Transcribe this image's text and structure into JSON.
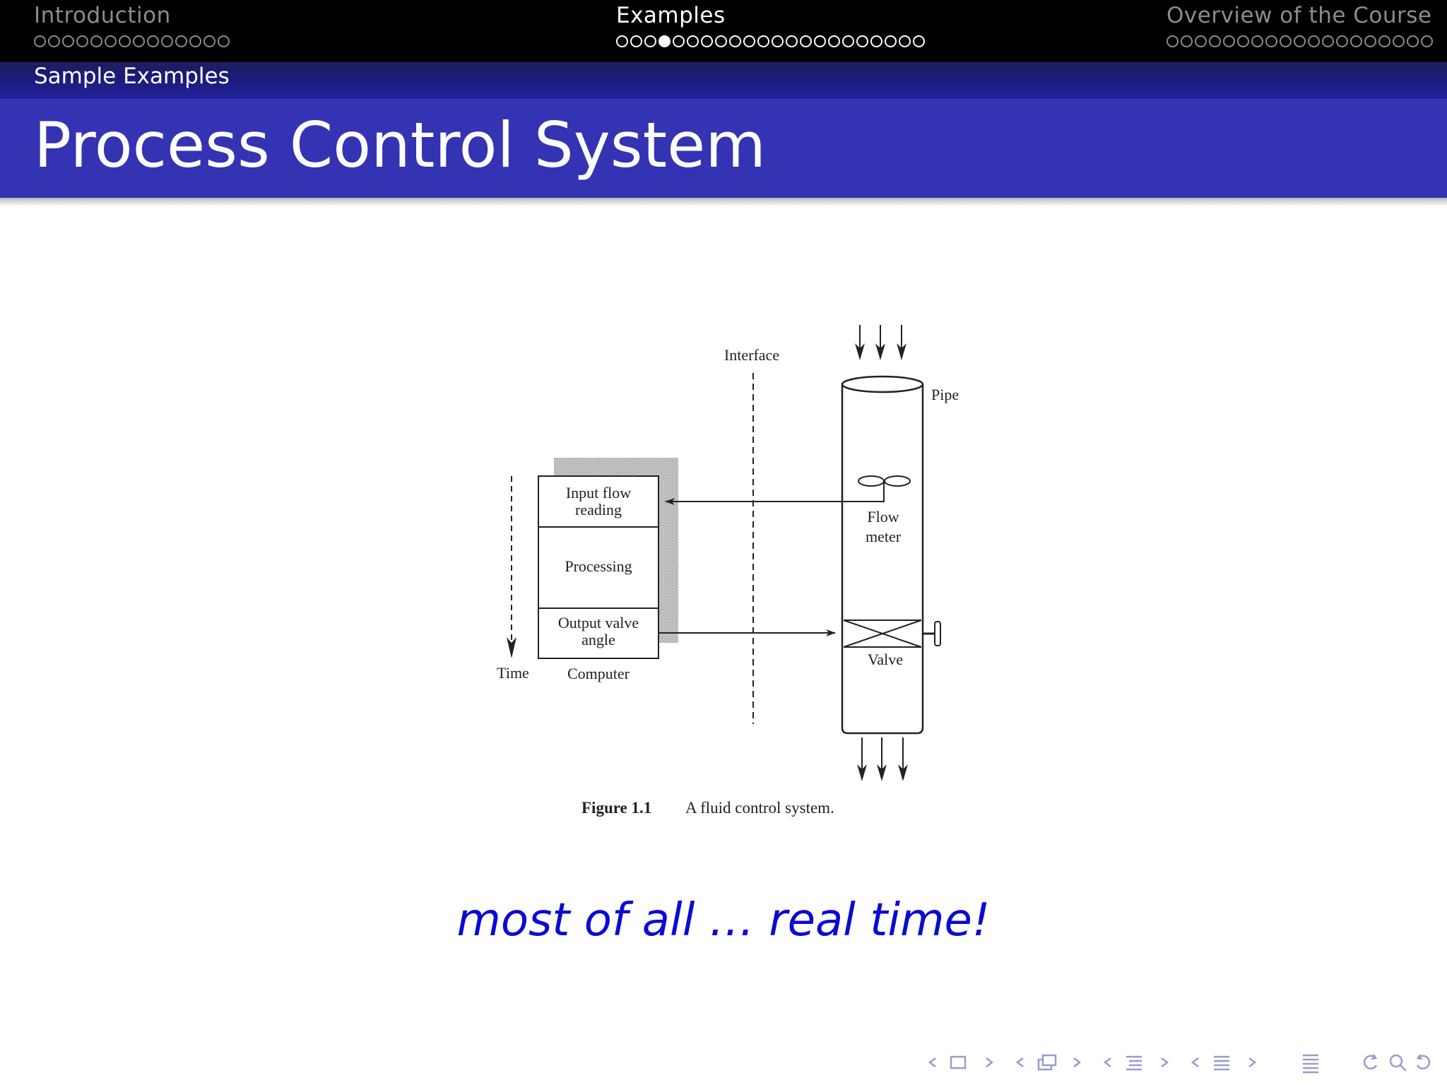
{
  "nav": {
    "sections": [
      {
        "title": "Introduction",
        "dots": 14,
        "active_dot": -1,
        "current": false
      },
      {
        "title": "Examples",
        "dots": 22,
        "active_dot": 3,
        "current": true
      },
      {
        "title": "Overview of the Course",
        "dots": 19,
        "active_dot": -1,
        "current": false
      }
    ]
  },
  "subsection": "Sample Examples",
  "frame_title": "Process Control System",
  "figure": {
    "labels": {
      "interface": "Interface",
      "pipe": "Pipe",
      "input_flow_line1": "Input flow",
      "input_flow_line2": "reading",
      "processing": "Processing",
      "output_valve_line1": "Output valve",
      "output_valve_line2": "angle",
      "time": "Time",
      "computer": "Computer",
      "flow_line1": "Flow",
      "flow_line2": "meter",
      "valve": "Valve"
    },
    "caption_number": "Figure 1.1",
    "caption_text": "A fluid control system."
  },
  "emphasis": "most of all … real time!",
  "controls": {
    "icons": [
      "nav-frame-icon",
      "nav-subsection-icon",
      "nav-section-icon",
      "nav-presentation-icon",
      "nav-appendix-icon",
      "nav-search-icon"
    ],
    "color": "#9a9ad0"
  },
  "colors": {
    "title_bar": "#3333b3",
    "nav_bar": "#000000",
    "emphasis": "#0a0ad6"
  }
}
